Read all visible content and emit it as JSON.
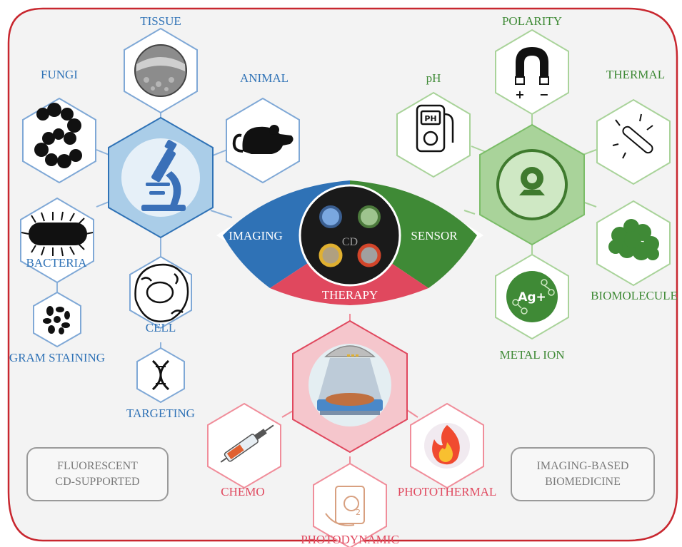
{
  "center": {
    "imaging": "IMAGING",
    "sensor": "SENSOR",
    "therapy": "THERAPY",
    "cd": "CD"
  },
  "imaging_group": {
    "tissue": "TISSUE",
    "fungi": "FUNGI",
    "animal": "ANIMAL",
    "bacteria": "BACTERIA",
    "cell": "CELL",
    "gram_staining": "GRAM STAINING",
    "targeting": "TARGETING"
  },
  "sensor_group": {
    "polarity": "POLARITY",
    "ph": "pH",
    "thermal": "THERMAL",
    "biomolecule": "BIOMOLECULE",
    "metal_ion": "METAL ION",
    "ag_symbol": "Ag+"
  },
  "therapy_group": {
    "chemo": "CHEMO",
    "photodynamic": "PHOTODYNAMIC",
    "photothermal": "PHOTOTHERMAL",
    "ph_meter_text": "PH"
  },
  "boxes": {
    "left_line1": "FLUORESCENT",
    "left_line2": "CD-SUPPORTED",
    "right_line1": "IMAGING-BASED",
    "right_line2": "BIOMEDICINE"
  },
  "colors": {
    "border": "#c8272f",
    "imaging": "#2f72b6",
    "sensor": "#3f8a36",
    "therapy": "#e0485e",
    "panel": "#f3f3f3"
  }
}
